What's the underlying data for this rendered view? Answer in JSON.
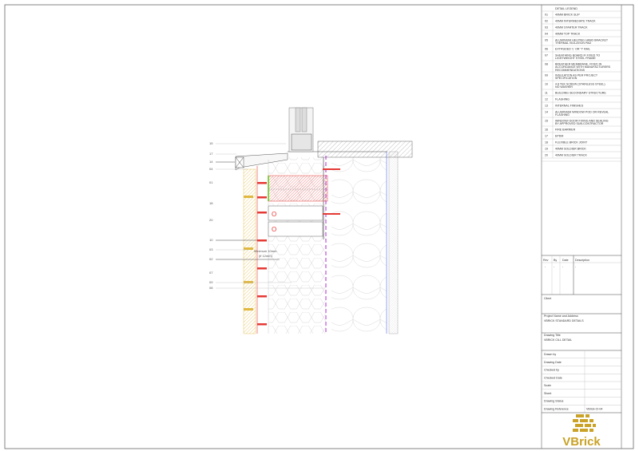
{
  "legend": {
    "title": "DETAIL LEGEND",
    "items": [
      {
        "num": "01",
        "text": [
          "40mm BRICK SLIP"
        ]
      },
      {
        "num": "02",
        "text": [
          "40mm INTERMEDIATE TRACK"
        ]
      },
      {
        "num": "03",
        "text": [
          "40mm STARTER TRACK"
        ]
      },
      {
        "num": "04",
        "text": [
          "40mm TOP TRACK"
        ]
      },
      {
        "num": "05",
        "text": [
          "ALUMINIUM HELPING HAND BRACKET",
          "THERMAL ISOLATION PAD"
        ]
      },
      {
        "num": "06",
        "text": [
          "EXTRUDED 'L' OR 'T' RAIL"
        ]
      },
      {
        "num": "07",
        "text": [
          "SHEATHING BOARD IF FIXED TO",
          "LIGHTWEIGHT STEEL FRAME"
        ]
      },
      {
        "num": "08",
        "text": [
          "BREATHER MEMBRANE, FIXED IN",
          "ACCORDANCE WITH MANUFACTURERS",
          "RECOMMENDATIONS"
        ]
      },
      {
        "num": "09",
        "text": [
          "INSULATION AS PER PROJECT",
          "SPECIFICATION"
        ]
      },
      {
        "num": "10",
        "text": [
          "4.8 TEK SCREW (STAINLESS STEEL)",
          "NO WASHER"
        ]
      },
      {
        "num": "11",
        "text": [
          "BUILDING SECONDARY STRUCTURE"
        ]
      },
      {
        "num": "12",
        "text": [
          "FLASHING"
        ]
      },
      {
        "num": "13",
        "text": [
          "INTERNAL FINISHES"
        ]
      },
      {
        "num": "14",
        "text": [
          "ALUMINIUM WINDOW POD OR REVEAL",
          "FLASHING"
        ]
      },
      {
        "num": "15",
        "text": [
          "WINDOW/ DOOR FIXING AND SEALING",
          "BY APPROVED SUB-CONTRACTOR"
        ]
      },
      {
        "num": "16",
        "text": [
          "FIRE BARRIER"
        ]
      },
      {
        "num": "17",
        "text": [
          "EPDM"
        ]
      },
      {
        "num": "18",
        "text": [
          "FLEXIBLE BRICK JOINT"
        ]
      },
      {
        "num": "19",
        "text": [
          "40mm SOLDIER BRICK"
        ]
      },
      {
        "num": "20",
        "text": [
          "40mm SOLDIER TRACK"
        ]
      }
    ]
  },
  "revisions": {
    "headers": [
      "Rev",
      "By",
      "Date",
      "Description"
    ],
    "rows": [
      [
        "-",
        "-",
        "-",
        "-"
      ]
    ]
  },
  "client": {
    "label": "Client",
    "value": ""
  },
  "project": {
    "label": "Project Name and Address",
    "value": "VBRICK STANDARD DETAILS"
  },
  "drawing_title": {
    "label": "Drawing Title",
    "value": "VBRICK CILL DETAIL"
  },
  "info_rows": [
    {
      "label": "Drawn by",
      "value": ""
    },
    {
      "label": "Drawing Date",
      "value": ""
    },
    {
      "label": "Checked by",
      "value": ""
    },
    {
      "label": "Checked Date",
      "value": ""
    },
    {
      "label": "Scale",
      "value": ""
    },
    {
      "label": "Sheet",
      "value": ""
    },
    {
      "label": "Drawing Status",
      "value": ""
    },
    {
      "label": "Drawing Reference",
      "value": "VBrick-CI-04"
    }
  ],
  "logo": {
    "text": "VBrick",
    "color": "#c9a227"
  },
  "drawing": {
    "callouts": [
      "15",
      "17",
      "14",
      "04",
      "01",
      "18",
      "20",
      "10",
      "03",
      "02",
      "07",
      "09",
      "08"
    ],
    "dimension_text": [
      "Minimum 10mm",
      "(if 12mm)"
    ],
    "colors": {
      "brick": "#e8c55a",
      "fixing": "#e53935",
      "membrane": "#b02fd6",
      "fire_barrier": "#e53935",
      "epdm": "#66cc22",
      "internal_line": "#5566ee"
    }
  }
}
